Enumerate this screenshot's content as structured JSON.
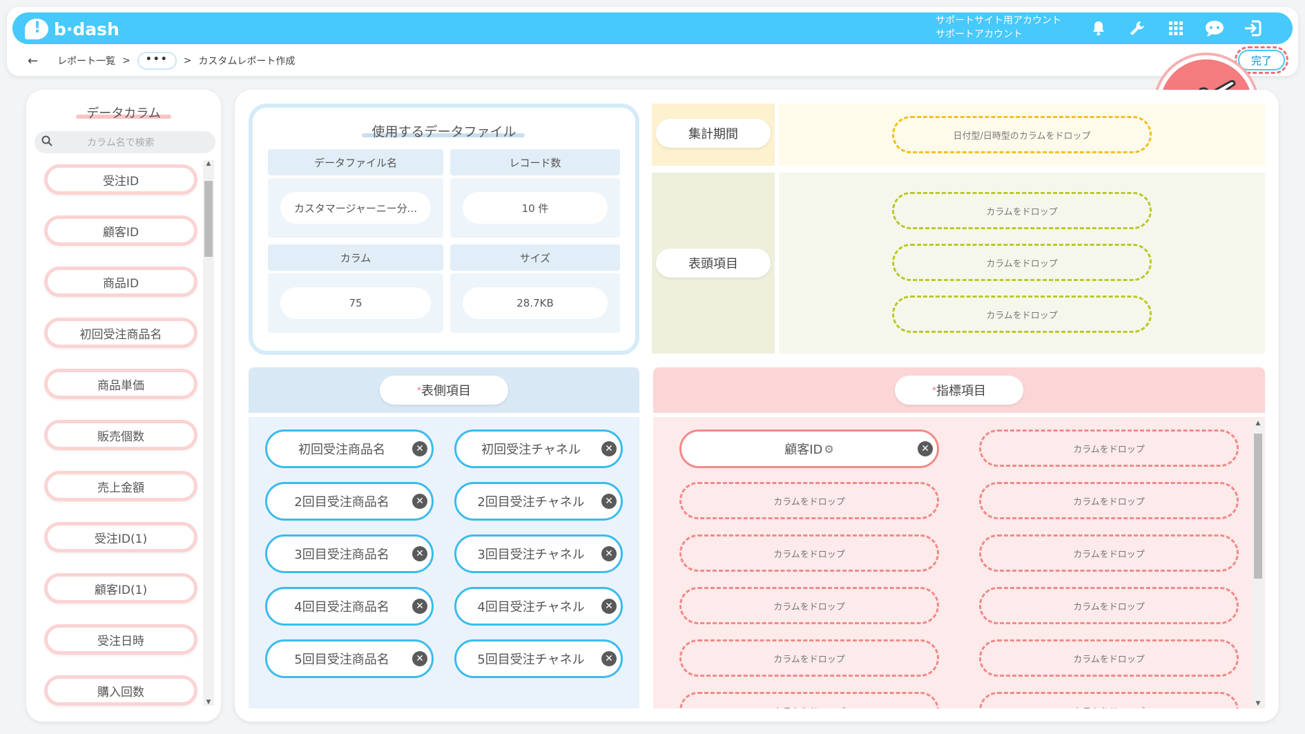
{
  "header": {
    "logo_text": "b·dash",
    "account_line1": "サポートサイト用アカウント",
    "account_line2": "サポートアカウント",
    "icons": [
      "bell-icon",
      "wrench-icon",
      "grid-icon",
      "chat-bot-icon",
      "logout-icon"
    ]
  },
  "breadcrumb": {
    "back": "←",
    "item1": "レポート一覧",
    "sep": ">",
    "ellipsis": "•••",
    "current": "カスタムレポート作成"
  },
  "done_label": "完了",
  "columns": {
    "title": "データカラム",
    "search_placeholder": "カラム名で検索",
    "items": [
      "受注ID",
      "顧客ID",
      "商品ID",
      "初回受注商品名",
      "商品単価",
      "販売個数",
      "売上金額",
      "受注ID(1)",
      "顧客ID(1)",
      "受注日時",
      "購入回数"
    ]
  },
  "file_info": {
    "title": "使用するデータファイル",
    "name_label": "データファイル名",
    "name_value": "カスタマージャーニー分...",
    "records_label": "レコード数",
    "records_value": "10 件",
    "columns_label": "カラム",
    "columns_value": "75",
    "size_label": "サイズ",
    "size_value": "28.7KB"
  },
  "period": {
    "label": "集計期間",
    "drop": "日付型/日時型のカラムをドロップ"
  },
  "header_items": {
    "label": "表頭項目",
    "drops": [
      "カラムをドロップ",
      "カラムをドロップ",
      "カラムをドロップ"
    ]
  },
  "row_items": {
    "label": "表側項目",
    "required_mark": "*",
    "left": [
      "初回受注商品名",
      "2回目受注商品名",
      "3回目受注商品名",
      "4回目受注商品名",
      "5回目受注商品名"
    ],
    "right": [
      "初回受注チャネル",
      "2回目受注チャネル",
      "3回目受注チャネル",
      "4回目受注チャネル",
      "5回目受注チャネル"
    ]
  },
  "metric_items": {
    "label": "指標項目",
    "required_mark": "*",
    "filled": "顧客ID",
    "gear": "⚙",
    "drop": "カラムをドロップ"
  },
  "colors": {
    "brand": "#47c9fb",
    "pink": "#f08a8a",
    "yellow": "#f2c021",
    "green": "#b8ca26"
  }
}
